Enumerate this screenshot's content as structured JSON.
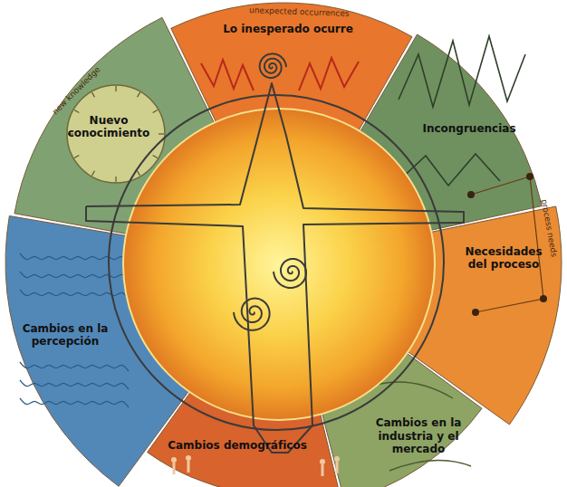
{
  "diagram": {
    "nodes": [
      {
        "text": [
          "Lo inesperado ocurre"
        ]
      },
      {
        "text": [
          "Incongruencias"
        ]
      },
      {
        "text": [
          "Necesidades del proceso"
        ]
      },
      {
        "text": [
          "Cambios en la industria y el mercado"
        ]
      },
      {
        "text": [
          "Cambios demográficos"
        ]
      },
      {
        "text": [
          "Cambios en la percepción"
        ]
      },
      {
        "text": [
          "Nuevo conocimiento"
        ]
      }
    ],
    "labels": [
      "unexpected occurrences",
      "new knowledge",
      "process needs"
    ]
  }
}
